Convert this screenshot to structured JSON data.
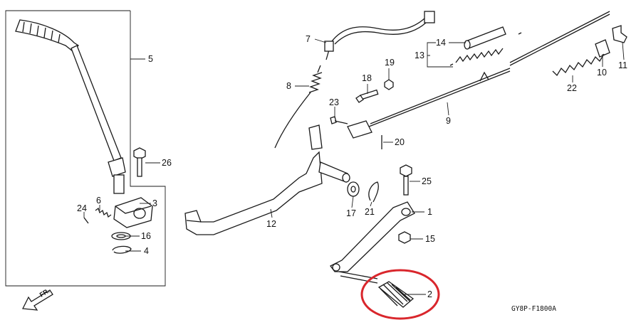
{
  "diagram": {
    "drawing_code": "GY8P-F1800A",
    "direction_label": "FR.",
    "highlight_color": "#d9262c",
    "line_color": "#1a1a1a",
    "callouts": [
      {
        "id": "c1",
        "num": "1"
      },
      {
        "id": "c2",
        "num": "2"
      },
      {
        "id": "c3",
        "num": "3"
      },
      {
        "id": "c4",
        "num": "4"
      },
      {
        "id": "c5",
        "num": "5"
      },
      {
        "id": "c6",
        "num": "6"
      },
      {
        "id": "c7",
        "num": "7"
      },
      {
        "id": "c8",
        "num": "8"
      },
      {
        "id": "c9",
        "num": "9"
      },
      {
        "id": "c10",
        "num": "10"
      },
      {
        "id": "c11",
        "num": "11"
      },
      {
        "id": "c12",
        "num": "12"
      },
      {
        "id": "c13",
        "num": "13"
      },
      {
        "id": "c14",
        "num": "14"
      },
      {
        "id": "c15",
        "num": "15"
      },
      {
        "id": "c16",
        "num": "16"
      },
      {
        "id": "c17",
        "num": "17"
      },
      {
        "id": "c18",
        "num": "18"
      },
      {
        "id": "c19",
        "num": "19"
      },
      {
        "id": "c20",
        "num": "20"
      },
      {
        "id": "c21",
        "num": "21"
      },
      {
        "id": "c22",
        "num": "22"
      },
      {
        "id": "c23",
        "num": "23"
      },
      {
        "id": "c24",
        "num": "24"
      },
      {
        "id": "c25",
        "num": "25"
      },
      {
        "id": "c26",
        "num": "26"
      }
    ]
  }
}
